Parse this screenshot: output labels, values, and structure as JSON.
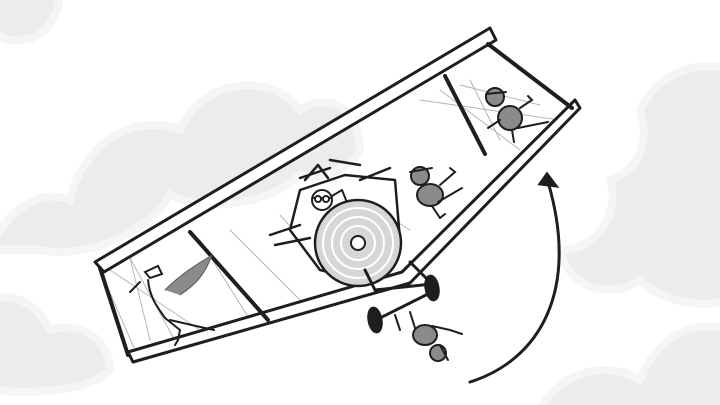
{
  "scene": {
    "description_colors": {
      "background": "#ffffff",
      "cloud_fill": "#e9e9e9",
      "cloud_outline": "#f3f3f3",
      "ink": "#1e1e1e",
      "wing_fill": "#ffffff",
      "propeller_fill": "#d9d9d9",
      "character_shade": "#8a8a8a"
    },
    "elements": [
      "clouds",
      "biplane",
      "propeller",
      "pilot",
      "wing-walkers",
      "hanging-figure",
      "rotation-arrow"
    ]
  }
}
